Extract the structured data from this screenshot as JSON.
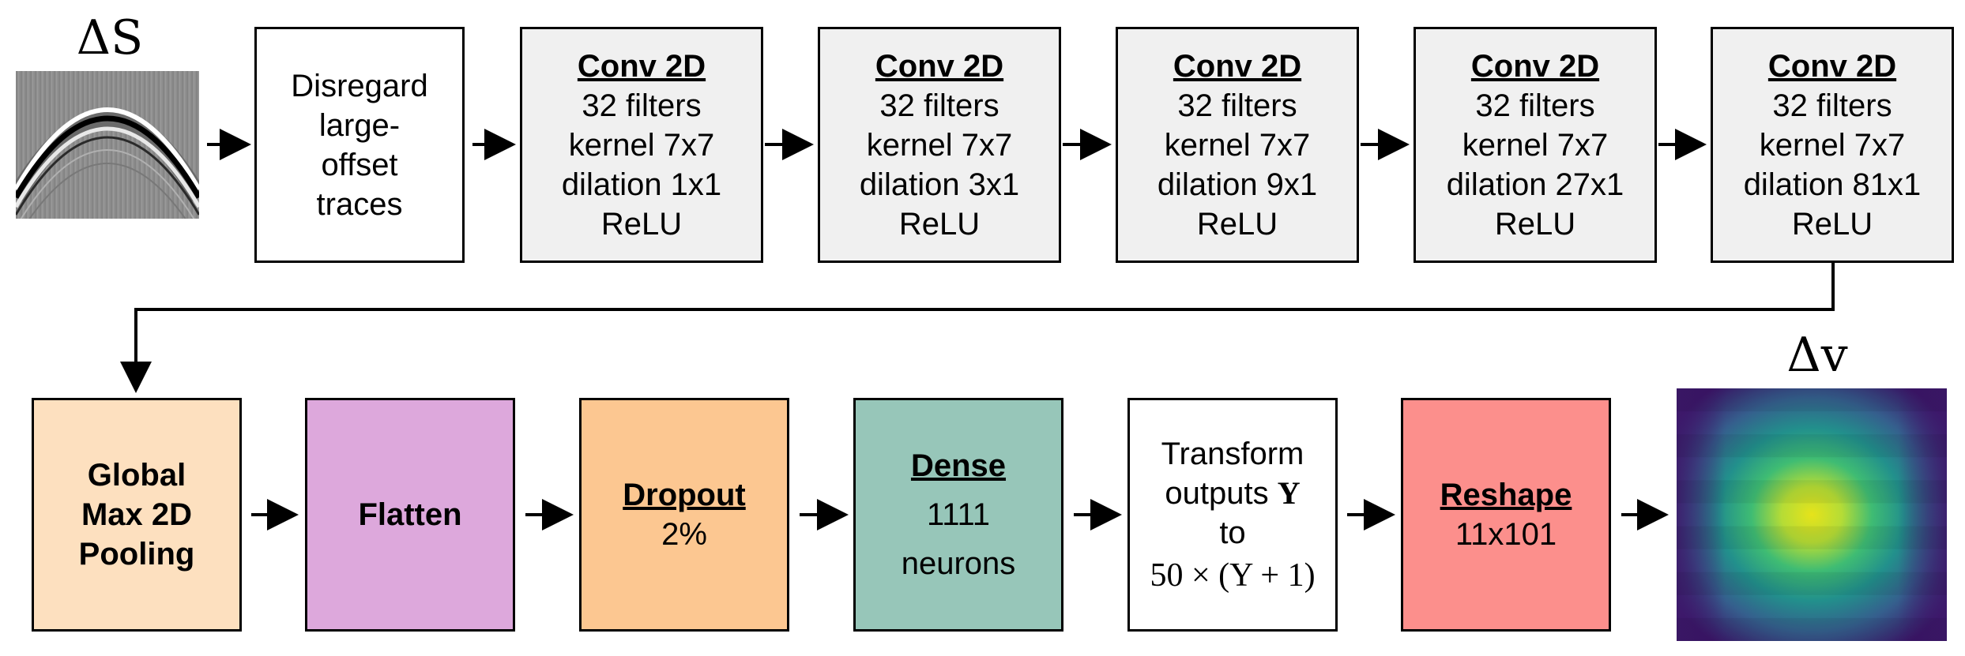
{
  "input": {
    "label": "ΔS",
    "icon": "seismic-gather-image"
  },
  "top_row": [
    {
      "kind": "plain",
      "lines": [
        "Disregard",
        "large-",
        "offset",
        "traces"
      ]
    },
    {
      "kind": "conv",
      "title": "Conv 2D",
      "lines": [
        "32 filters",
        "kernel 7x7",
        "dilation 1x1",
        "ReLU"
      ]
    },
    {
      "kind": "conv",
      "title": "Conv 2D",
      "lines": [
        "32 filters",
        "kernel 7x7",
        "dilation 3x1",
        "ReLU"
      ]
    },
    {
      "kind": "conv",
      "title": "Conv 2D",
      "lines": [
        "32 filters",
        "kernel 7x7",
        "dilation 9x1",
        "ReLU"
      ]
    },
    {
      "kind": "conv",
      "title": "Conv 2D",
      "lines": [
        "32 filters",
        "kernel 7x7",
        "dilation 27x1",
        "ReLU"
      ]
    },
    {
      "kind": "conv",
      "title": "Conv 2D",
      "lines": [
        "32 filters",
        "kernel 7x7",
        "dilation 81x1",
        "ReLU"
      ]
    }
  ],
  "bottom_row": [
    {
      "label_lines": [
        "Global",
        "Max 2D",
        "Pooling"
      ],
      "color": "#fde0bf"
    },
    {
      "label": "Flatten",
      "color": "#dda8dc"
    },
    {
      "title": "Dropout",
      "sub": "2%",
      "color": "#fcc791"
    },
    {
      "title": "Dense",
      "sub_lines": [
        "1111",
        "neurons"
      ],
      "color": "#97c6b9"
    },
    {
      "lines": [
        "Transform",
        "outputs",
        "to"
      ],
      "bold_symbol": "Y",
      "formula": "50 × (Y + 1)",
      "color": "#ffffff"
    },
    {
      "title": "Reshape",
      "sub": "11x101",
      "color": "#fc8f8c"
    }
  ],
  "output": {
    "label": "Δv",
    "icon": "velocity-heatmap-image",
    "colors": {
      "edge": "#3d1a6b",
      "mid": "#2f8a8c",
      "center": "#d8e21a"
    }
  }
}
